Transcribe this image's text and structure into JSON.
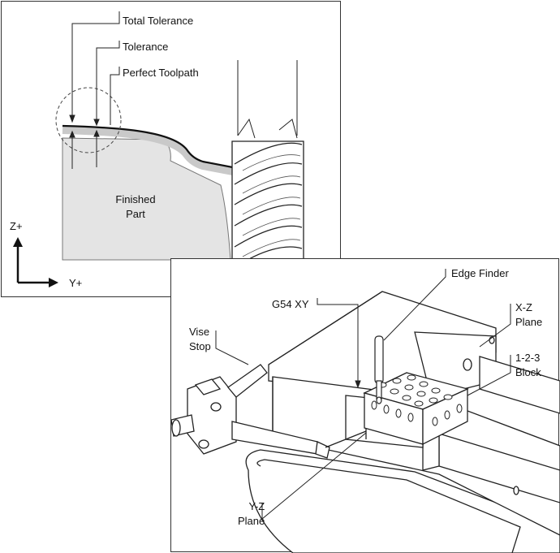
{
  "top_diagram": {
    "labels": {
      "total_tolerance": "Total Tolerance",
      "tolerance": "Tolerance",
      "perfect_toolpath": "Perfect Toolpath",
      "finished_part_line1": "Finished",
      "finished_part_line2": "Part",
      "axis_z": "Z+",
      "axis_y": "Y+"
    }
  },
  "bottom_diagram": {
    "labels": {
      "edge_finder": "Edge Finder",
      "g54_xy": "G54 XY",
      "vise_stop_line1": "Vise",
      "vise_stop_line2": "Stop",
      "xz_plane_line1": "X-Z",
      "xz_plane_line2": "Plane",
      "block_line1": "1-2-3",
      "block_line2": "Block",
      "yz_plane_line1": "Y-Z",
      "yz_plane_line2": "Plane"
    }
  },
  "colors": {
    "part_fill": "#e4e4e4",
    "tolerance_band": "#c9c9c9",
    "toolpath": "#111111"
  }
}
